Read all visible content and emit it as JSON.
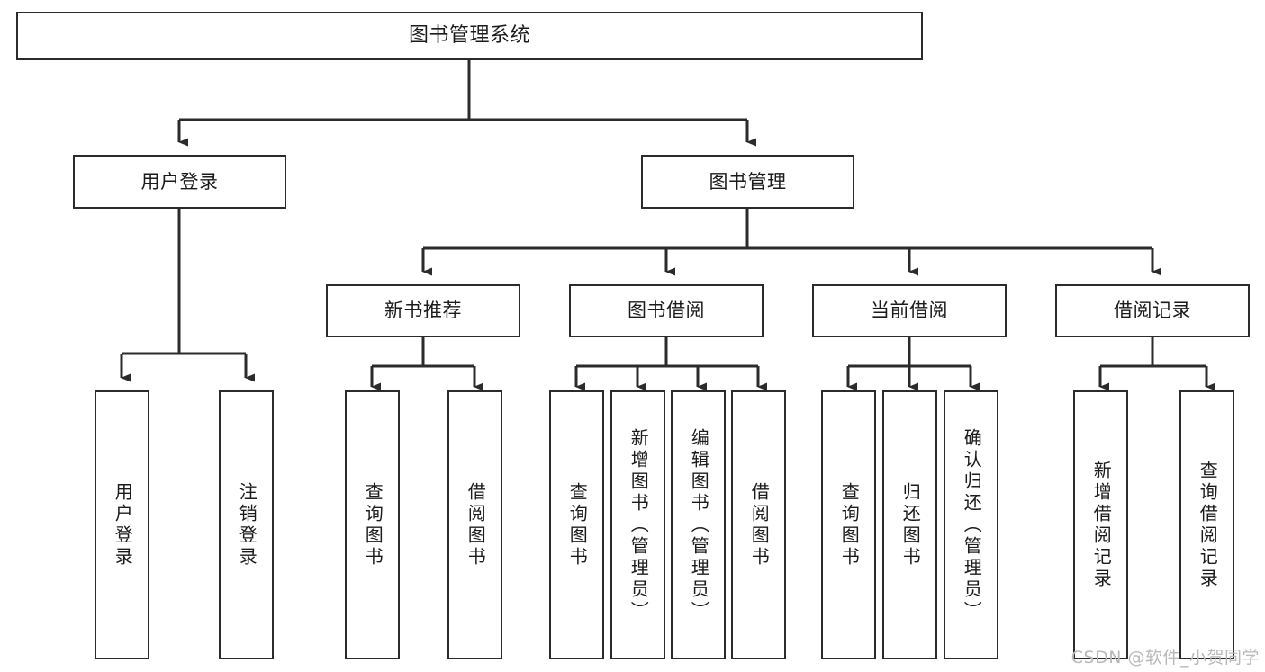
{
  "diagram": {
    "type": "tree-hierarchy-chart",
    "title": "图书管理系统",
    "stroke_color": "#2b2b2b",
    "background_color": "#ffffff",
    "text_color": "#1b1b1b",
    "nodes": {
      "root": {
        "label": "图书管理系统",
        "level": 0,
        "orientation": "horizontal"
      },
      "user_login": {
        "label": "用户登录",
        "level": 1,
        "orientation": "horizontal"
      },
      "book_manage": {
        "label": "图书管理",
        "level": 1,
        "orientation": "horizontal"
      },
      "new_book_rec": {
        "label": "新书推荐",
        "level": 2,
        "orientation": "horizontal"
      },
      "book_borrow": {
        "label": "图书借阅",
        "level": 2,
        "orientation": "horizontal"
      },
      "current_borrow": {
        "label": "当前借阅",
        "level": 2,
        "orientation": "horizontal"
      },
      "borrow_record": {
        "label": "借阅记录",
        "level": 2,
        "orientation": "horizontal"
      },
      "leaf_user_login": {
        "label": "用户登录",
        "level": 3,
        "orientation": "vertical"
      },
      "leaf_logout": {
        "label": "注销登录",
        "level": 3,
        "orientation": "vertical"
      },
      "leaf_query_book_1": {
        "label": "查询图书",
        "level": 3,
        "orientation": "vertical"
      },
      "leaf_borrow_book_1": {
        "label": "借阅图书",
        "level": 3,
        "orientation": "vertical"
      },
      "leaf_query_book_2": {
        "label": "查询图书",
        "level": 3,
        "orientation": "vertical"
      },
      "leaf_add_book": {
        "label": "新增图书（管理员）",
        "level": 3,
        "orientation": "vertical"
      },
      "leaf_edit_book": {
        "label": "编辑图书（管理员）",
        "level": 3,
        "orientation": "vertical"
      },
      "leaf_borrow_book_2": {
        "label": "借阅图书",
        "level": 3,
        "orientation": "vertical"
      },
      "leaf_query_book_3": {
        "label": "查询图书",
        "level": 3,
        "orientation": "vertical"
      },
      "leaf_return_book": {
        "label": "归还图书",
        "level": 3,
        "orientation": "vertical"
      },
      "leaf_confirm_return": {
        "label": "确认归还（管理员）",
        "level": 3,
        "orientation": "vertical"
      },
      "leaf_add_record": {
        "label": "新增借阅记录",
        "level": 3,
        "orientation": "vertical"
      },
      "leaf_query_record": {
        "label": "查询借阅记录",
        "level": 3,
        "orientation": "vertical"
      }
    },
    "edges": [
      {
        "from": "root",
        "to": "user_login"
      },
      {
        "from": "root",
        "to": "book_manage"
      },
      {
        "from": "user_login",
        "to": "leaf_user_login"
      },
      {
        "from": "user_login",
        "to": "leaf_logout"
      },
      {
        "from": "book_manage",
        "to": "new_book_rec"
      },
      {
        "from": "book_manage",
        "to": "book_borrow"
      },
      {
        "from": "book_manage",
        "to": "current_borrow"
      },
      {
        "from": "book_manage",
        "to": "borrow_record"
      },
      {
        "from": "new_book_rec",
        "to": "leaf_query_book_1"
      },
      {
        "from": "new_book_rec",
        "to": "leaf_borrow_book_1"
      },
      {
        "from": "book_borrow",
        "to": "leaf_query_book_2"
      },
      {
        "from": "book_borrow",
        "to": "leaf_add_book"
      },
      {
        "from": "book_borrow",
        "to": "leaf_edit_book"
      },
      {
        "from": "book_borrow",
        "to": "leaf_borrow_book_2"
      },
      {
        "from": "current_borrow",
        "to": "leaf_query_book_3"
      },
      {
        "from": "current_borrow",
        "to": "leaf_return_book"
      },
      {
        "from": "current_borrow",
        "to": "leaf_confirm_return"
      },
      {
        "from": "borrow_record",
        "to": "leaf_add_record"
      },
      {
        "from": "borrow_record",
        "to": "leaf_query_record"
      }
    ]
  },
  "watermark": {
    "text": "CSDN @软件_小贺同学",
    "color": "#b9b9b9"
  }
}
